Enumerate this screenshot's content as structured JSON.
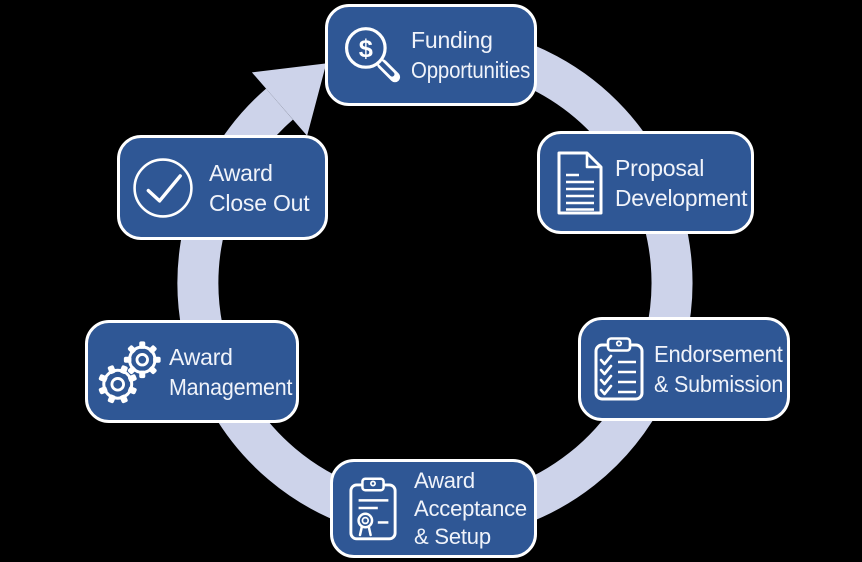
{
  "diagram_title": "grant-lifecycle-cycle",
  "colors": {
    "background": "#000000",
    "box_fill": "#2F5795",
    "box_border": "#FFFFFF",
    "arrow": "#CDD3EA",
    "text": "#F0F3FA"
  },
  "cycle": {
    "direction": "clockwise"
  },
  "steps": [
    {
      "name": "funding-opportunities",
      "icon": "dollar-magnifier-icon",
      "glyph": "$",
      "lines": [
        "Funding",
        "Opportunities"
      ]
    },
    {
      "name": "proposal-development",
      "icon": "document-icon",
      "lines": [
        "Proposal",
        "Development"
      ]
    },
    {
      "name": "endorsement-submission",
      "icon": "clipboard-checklist-icon",
      "lines": [
        "Endorsement",
        "& Submission"
      ]
    },
    {
      "name": "award-acceptance-setup",
      "icon": "certificate-clipboard-icon",
      "lines": [
        "Award",
        "Acceptance",
        "& Setup"
      ]
    },
    {
      "name": "award-management",
      "icon": "gears-icon",
      "lines": [
        "Award",
        "Management"
      ]
    },
    {
      "name": "award-close-out",
      "icon": "check-circle-icon",
      "lines": [
        "Award",
        "Close Out"
      ]
    }
  ]
}
